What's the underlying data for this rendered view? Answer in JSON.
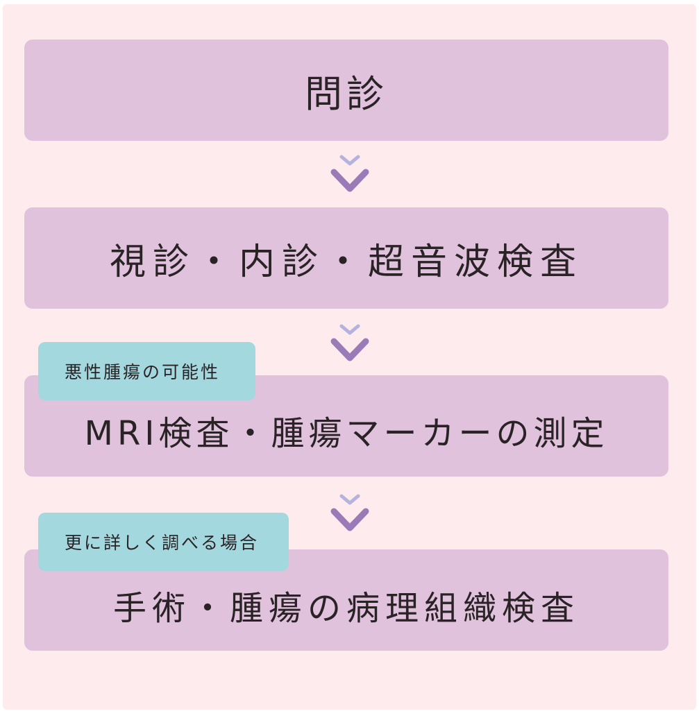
{
  "flow": {
    "steps": [
      {
        "label": "問診"
      },
      {
        "label": "視診・内診・超音波検査"
      },
      {
        "label": "MRI検査・腫瘍マーカーの測定"
      },
      {
        "label": "手術・腫瘍の病理組織検査"
      }
    ],
    "conditions": [
      {
        "label": "悪性腫瘍の可能性"
      },
      {
        "label": "更に詳しく調べる場合"
      }
    ]
  },
  "colors": {
    "background": "#fdebee",
    "step_box": "#e0c2dc",
    "condition_tag": "#a4d8df",
    "arrow_light": "#b5b2de",
    "arrow_dark": "#9b7bb7",
    "text": "#2a2326"
  }
}
